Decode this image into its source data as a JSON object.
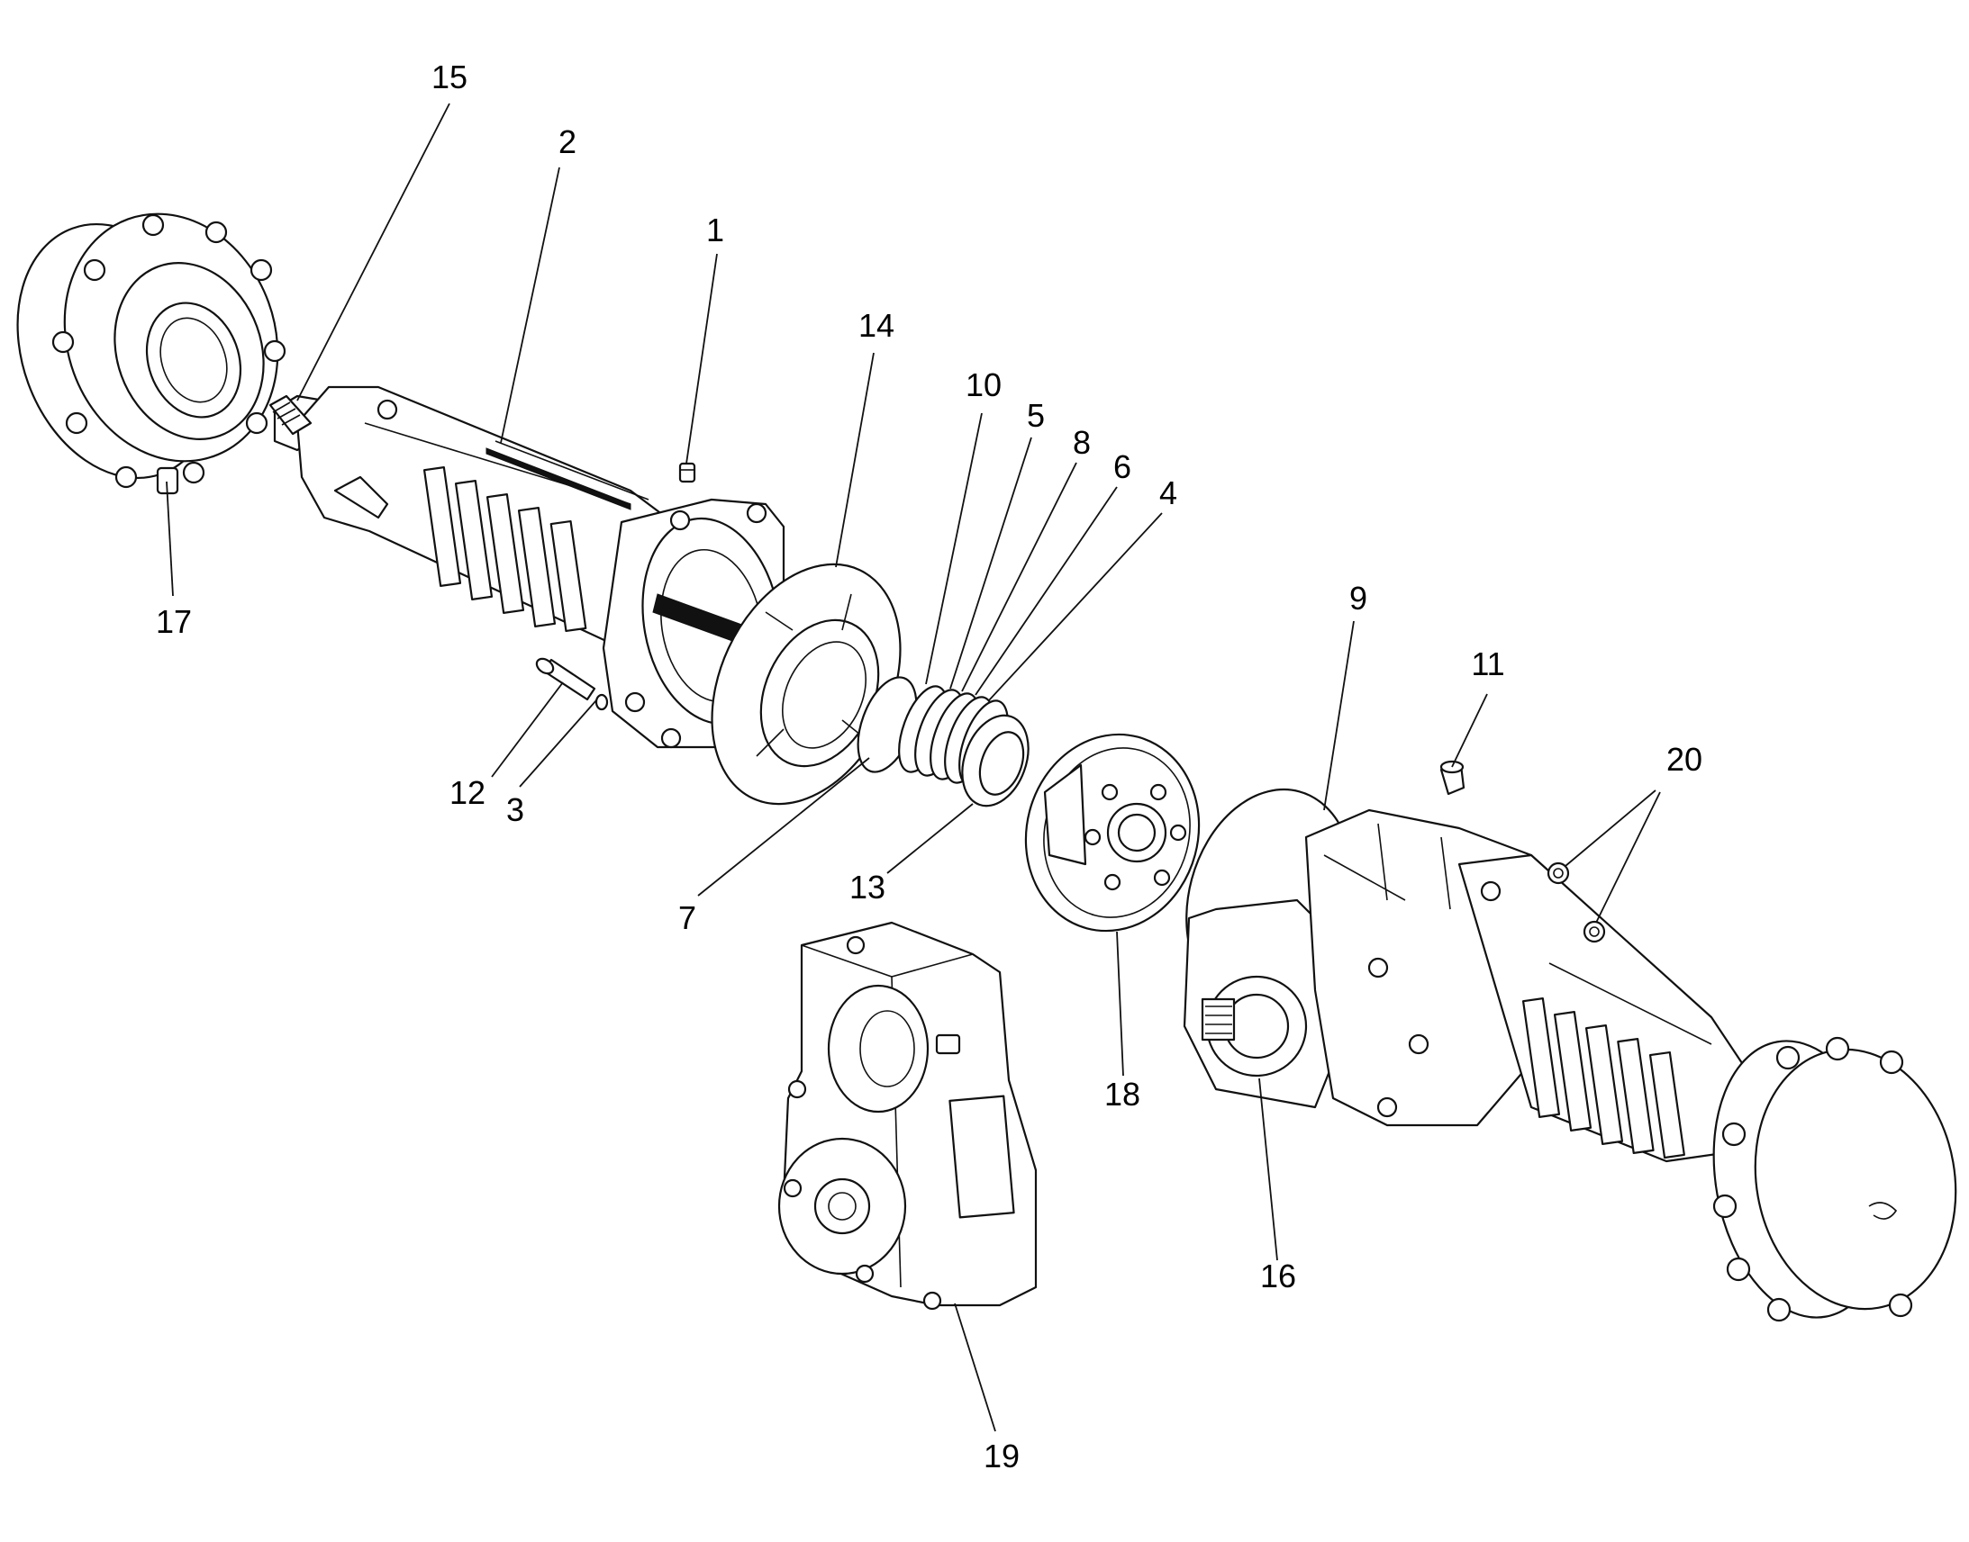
{
  "callouts": [
    {
      "id": "c1",
      "label": "1"
    },
    {
      "id": "c2",
      "label": "2"
    },
    {
      "id": "c3",
      "label": "3"
    },
    {
      "id": "c4",
      "label": "4"
    },
    {
      "id": "c5",
      "label": "5"
    },
    {
      "id": "c6",
      "label": "6"
    },
    {
      "id": "c7",
      "label": "7"
    },
    {
      "id": "c8",
      "label": "8"
    },
    {
      "id": "c9",
      "label": "9"
    },
    {
      "id": "c10",
      "label": "10"
    },
    {
      "id": "c11",
      "label": "11"
    },
    {
      "id": "c12",
      "label": "12"
    },
    {
      "id": "c13",
      "label": "13"
    },
    {
      "id": "c14",
      "label": "14"
    },
    {
      "id": "c15",
      "label": "15"
    },
    {
      "id": "c16",
      "label": "16"
    },
    {
      "id": "c17",
      "label": "17"
    },
    {
      "id": "c18",
      "label": "18"
    },
    {
      "id": "c19",
      "label": "19"
    },
    {
      "id": "c20",
      "label": "20"
    }
  ],
  "colors": {
    "line": "#111111",
    "background": "#ffffff"
  }
}
